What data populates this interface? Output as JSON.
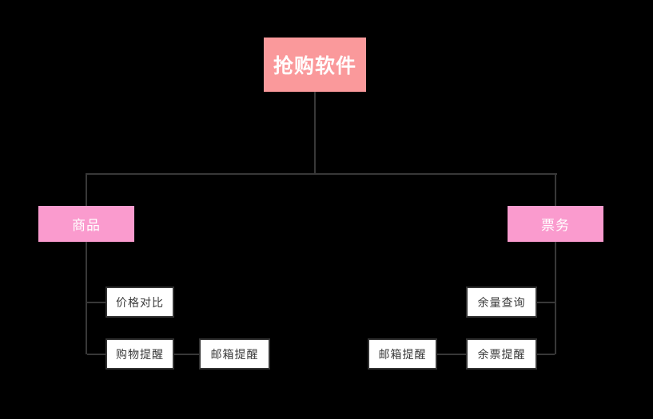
{
  "canvas": {
    "background": "#000000",
    "connector_color": "#383838"
  },
  "diagram": {
    "type": "mindmap-tree",
    "root": {
      "label": "抢购软件",
      "fill": "#fa999b",
      "text_color": "#ffffff"
    },
    "branch_left": {
      "label": "商品",
      "fill": "#fa9bce",
      "text_color": "#ffffff"
    },
    "branch_right": {
      "label": "票务",
      "fill": "#fa9bce",
      "text_color": "#ffffff"
    },
    "leaf_style": {
      "fill": "#ffffff",
      "border_color": "#333333",
      "text_color": "#3a3a3a"
    },
    "left_children": {
      "price_compare": {
        "label": "价格对比"
      },
      "shopping_reminder": {
        "label": "购物提醒"
      },
      "email_reminder": {
        "label": "邮箱提醒"
      }
    },
    "right_children": {
      "stock_query": {
        "label": "余量查询"
      },
      "ticket_reminder": {
        "label": "余票提醒"
      },
      "email_reminder": {
        "label": "邮箱提醒"
      }
    }
  }
}
